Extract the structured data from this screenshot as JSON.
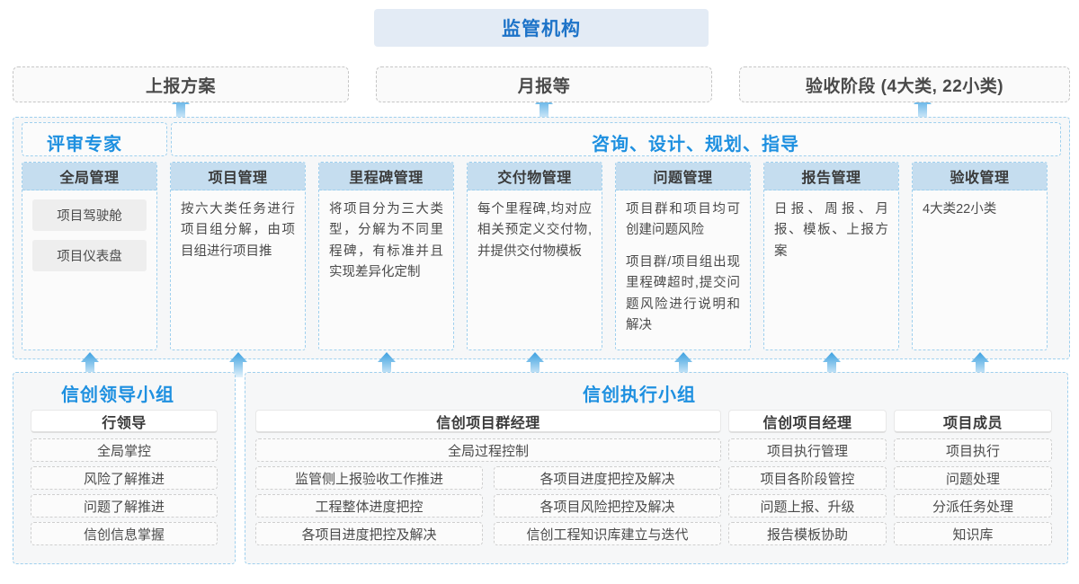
{
  "top": {
    "regulator": "监管机构",
    "channels": [
      {
        "label": "上报方案"
      },
      {
        "label": "月报等"
      },
      {
        "label": "验收阶段 (4大类, 22小类)"
      }
    ]
  },
  "middle": {
    "left_label": "评审专家",
    "right_label": "咨询、设计、规划、指导",
    "columns": [
      {
        "title": "全局管理",
        "pills": [
          "项目驾驶舱",
          "项目仪表盘"
        ],
        "paragraphs": []
      },
      {
        "title": "项目管理",
        "pills": [],
        "paragraphs": [
          "按六大类任务进行项目组分解，由项目组进行项目推"
        ]
      },
      {
        "title": "里程碑管理",
        "pills": [],
        "paragraphs": [
          "将项目分为三大类型，分解为不同里程碑，有标准并且实现差异化定制"
        ]
      },
      {
        "title": "交付物管理",
        "pills": [],
        "paragraphs": [
          "每个里程碑,均对应相关预定义交付物,并提供交付物模板"
        ]
      },
      {
        "title": "问题管理",
        "pills": [],
        "paragraphs": [
          "项目群和项目均可创建问题风险",
          "项目群/项目组出现里程碑超时,提交问题风险进行说明和解决"
        ]
      },
      {
        "title": "报告管理",
        "pills": [],
        "paragraphs": [
          "日报、周报、月报、模板、上报方案"
        ]
      },
      {
        "title": "验收管理",
        "pills": [],
        "paragraphs": [
          "4大类22小类"
        ]
      }
    ]
  },
  "bottom": {
    "leader_group": {
      "title": "信创领导小组",
      "header": "行领导",
      "items": [
        "全局掌控",
        "风险了解推进",
        "问题了解推进",
        "信创信息掌握"
      ]
    },
    "exec_group": {
      "title": "信创执行小组",
      "program_manager": {
        "header": "信创项目群经理",
        "wide_item": "全局过程控制",
        "left_items": [
          "监管侧上报验收工作推进",
          "工程整体进度把控",
          "各项目进度把控及解决"
        ],
        "right_items": [
          "各项目进度把控及解决",
          "各项目风险把控及解决",
          "信创工程知识库建立与迭代"
        ]
      },
      "project_manager": {
        "header": "信创项目经理",
        "items": [
          "项目执行管理",
          "项目各阶段管控",
          "问题上报、升级",
          "报告模板协助"
        ]
      },
      "project_member": {
        "header": "项目成员",
        "items": [
          "项目执行",
          "问题处理",
          "分派任务处理",
          "知识库"
        ]
      }
    }
  },
  "colors": {
    "accent_blue": "#1e90e0",
    "header_blue": "#c5ddef",
    "top_box_blue": "#e3ebf5",
    "arrow_blue": "#3ba0e0"
  }
}
